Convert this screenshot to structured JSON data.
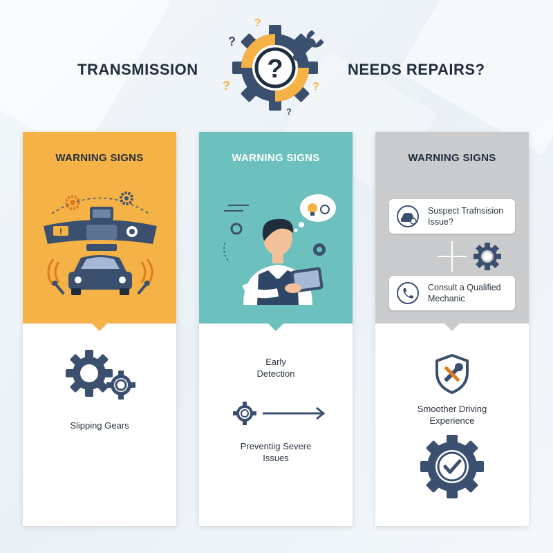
{
  "header": {
    "title_left": "TRANSMISSION",
    "title_right": "NEEDS REPAIRS?",
    "hero_icon": "gear-question-wrench-icon"
  },
  "colors": {
    "orange": "#f5b246",
    "teal": "#6cc0bd",
    "gray": "#cacbcd",
    "navy": "#3b4f6e",
    "dark_text": "#1f2d3d"
  },
  "cards": [
    {
      "heading": "WARNING SIGNS",
      "illustration": "car-dashboard-icon",
      "bottom_icon": "gears-icon",
      "bottom_label": "Slipping Gears"
    },
    {
      "heading": "WARNING SIGNS",
      "illustration": "mechanic-tablet-icon",
      "early_label": "Early\nDetection",
      "bottom_icon": "gear-arrow-icon",
      "bottom_label": "Preventiig Severe\nIssues"
    },
    {
      "heading": "WARNING SIGNS",
      "pill1": "Suspect Trafnsision\nIssue?",
      "pill2": "Consult a Qualified\nMechanic",
      "middle_icon": "crosshair-gear-icon",
      "shield_label": "Smoother Driving\nExperience",
      "bottom_icon": "gear-check-icon"
    }
  ]
}
